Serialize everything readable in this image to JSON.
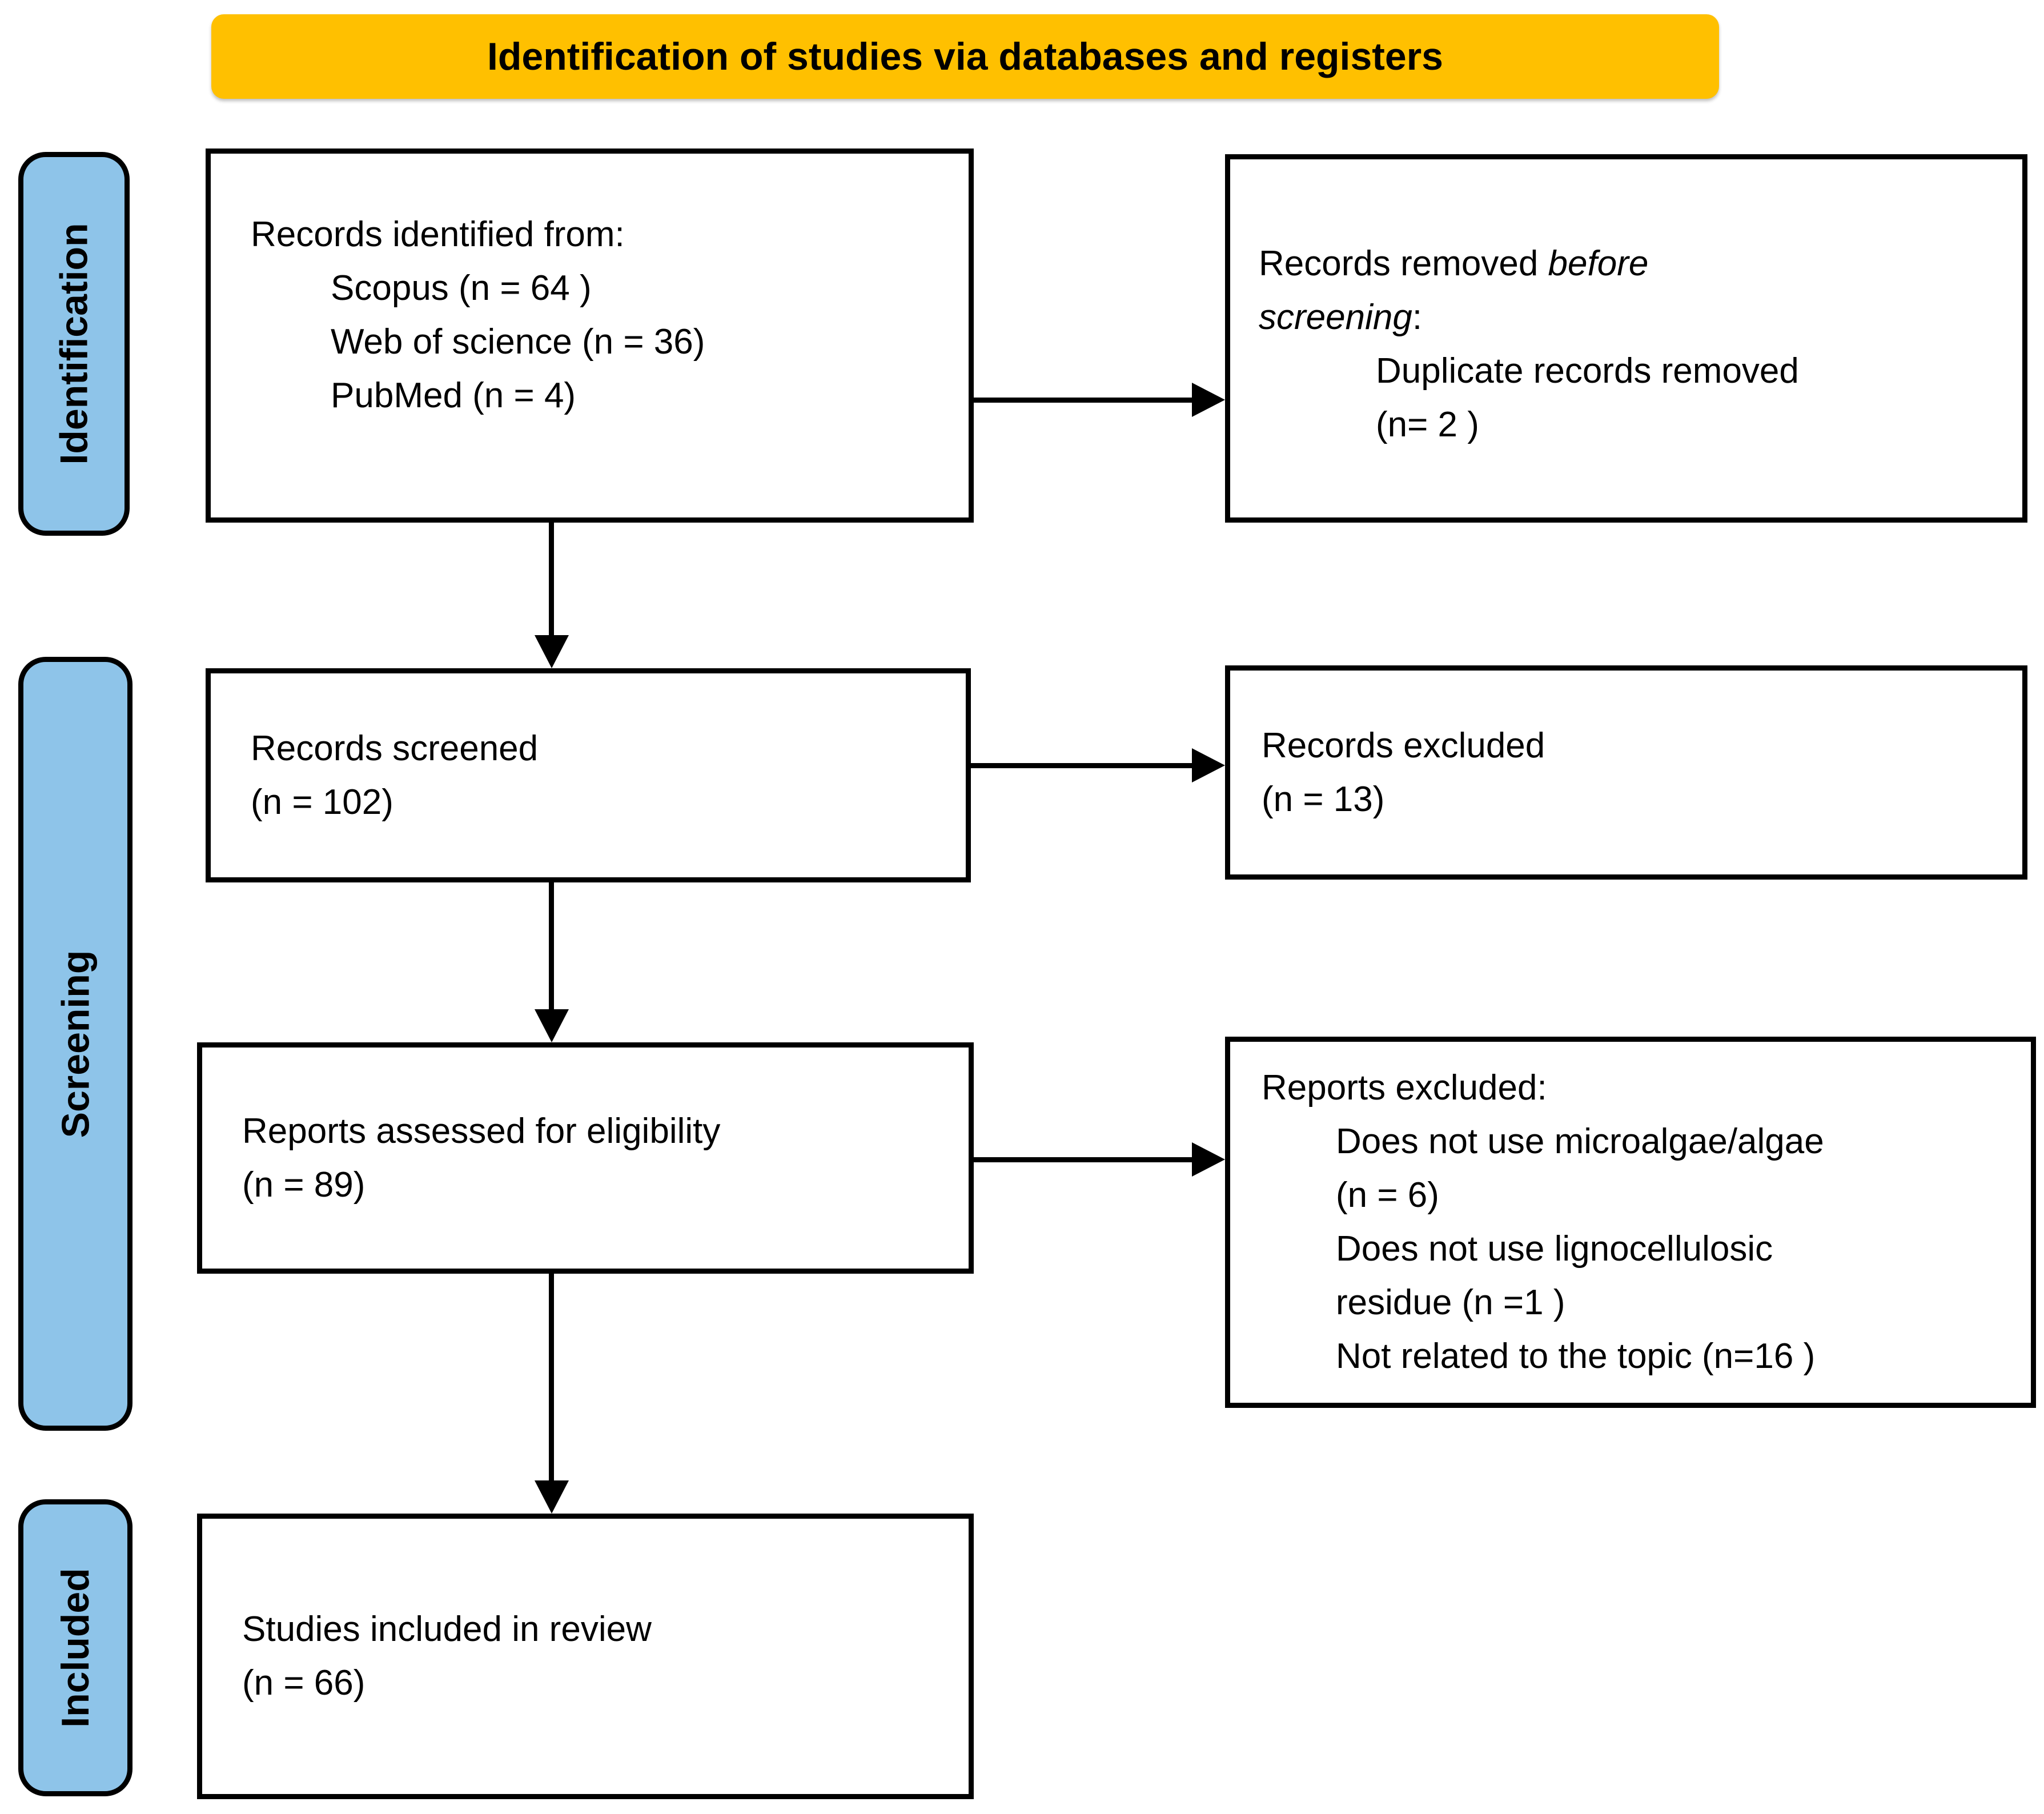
{
  "header": {
    "title": "Identification of studies via databases and registers"
  },
  "stages": [
    {
      "label": "Identification"
    },
    {
      "label": "Screening"
    },
    {
      "label": "Included"
    }
  ],
  "boxes": {
    "identified": {
      "lines": [
        "Records identified from:",
        "Scopus (n = 64 )",
        "Web of science (n = 36)",
        "PubMed (n = 4)"
      ]
    },
    "removed": {
      "l1_normal": "Records removed ",
      "l1_italic": "before",
      "l2_italic": "screening",
      "l2_suffix": ":",
      "items": [
        "Duplicate records removed",
        "(n= 2 )"
      ]
    },
    "screened": {
      "lines": [
        "Records screened",
        "(n = 102)"
      ]
    },
    "records_excluded": {
      "lines": [
        "Records excluded",
        "(n = 13)"
      ]
    },
    "assessed": {
      "lines": [
        "Reports assessed for eligibility",
        "(n = 89)"
      ]
    },
    "reports_excluded": {
      "header": "Reports excluded:",
      "items": [
        "Does not use microalgae/algae",
        "(n = 6)",
        "Does not use lignocellulosic",
        "residue (n =1 )",
        "Not related to the topic (n=16 )"
      ]
    },
    "included": {
      "lines": [
        "Studies included in review",
        "(n = 66)"
      ]
    }
  },
  "colors": {
    "title_background": "#FFC000",
    "stage_background": "#8EC4E9",
    "box_border": "#000000",
    "text": "#000000"
  }
}
